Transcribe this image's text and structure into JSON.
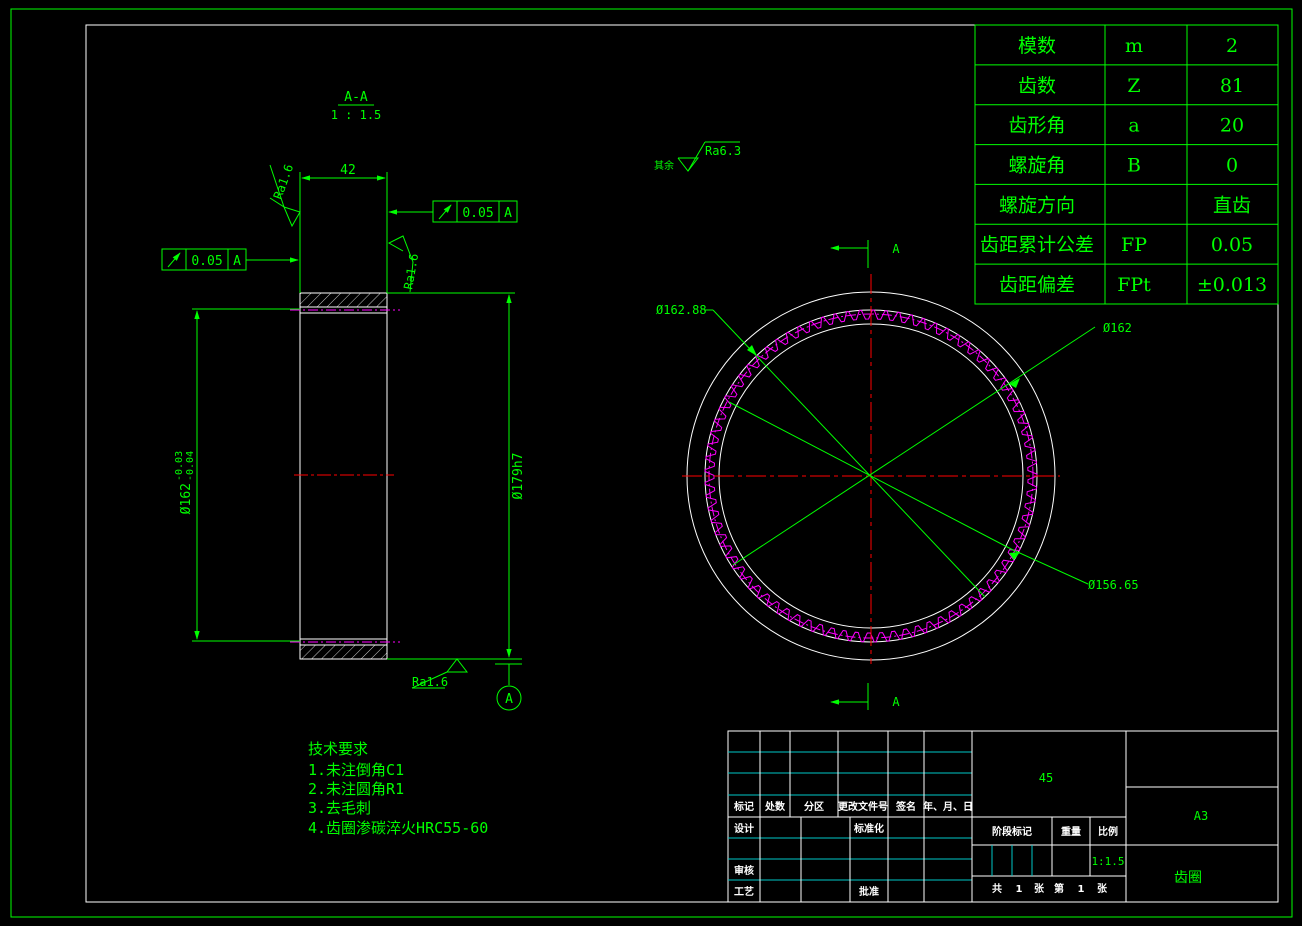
{
  "colors": {
    "background": "#000000",
    "frame": "#00ff00",
    "outline": "#ffffff",
    "centerline": "#ff0000",
    "teeth": "#ff00ff",
    "table_line": "#00c8c8",
    "hatch": "#c8c8c8"
  },
  "section_view": {
    "title": "A-A",
    "scale": "1 : 1.5",
    "width_dim": "42",
    "inner_dia": "Ø162",
    "inner_tol_upper": "-0.03",
    "inner_tol_lower": "-0.04",
    "outer_dia": "Ø179h7",
    "rough_top": "Ra1.6",
    "rough_right": "Ra1.6",
    "rough_bottom": "Ra1.6",
    "tol_left_value": "0.05",
    "tol_left_datum": "A",
    "tol_right_value": "0.05",
    "tol_right_datum": "A",
    "datum_label": "A"
  },
  "front_view": {
    "other_roughness_prefix": "其余",
    "other_roughness": "Ra6.3",
    "section_label_top": "A",
    "section_label_bottom": "A",
    "dim_outer_ring": "Ø162.88",
    "dim_tip": "Ø162",
    "dim_root": "Ø156.65",
    "teeth_count": 81
  },
  "params_table": [
    {
      "name": "模数",
      "symbol": "m",
      "value": "2"
    },
    {
      "name": "齿数",
      "symbol": "Z",
      "value": "81"
    },
    {
      "name": "齿形角",
      "symbol": "a",
      "value": "20"
    },
    {
      "name": "螺旋角",
      "symbol": "B",
      "value": "0"
    },
    {
      "name": "螺旋方向",
      "symbol": "",
      "value": "直齿"
    },
    {
      "name": "齿距累计公差",
      "symbol": "FP",
      "value": "0.05"
    },
    {
      "name": "齿距偏差",
      "symbol": "FPt",
      "value": "±0.013"
    }
  ],
  "tech_requirements": {
    "title": "技术要求",
    "items": [
      "1.未注倒角C1",
      "2.未注圆角R1",
      "3.去毛刺",
      "4.齿圈渗碳淬火HRC55-60"
    ]
  },
  "title_block": {
    "material": "45",
    "sheet_size": "A3",
    "part_name": "齿圈",
    "col_mark": "标记",
    "col_count": "处数",
    "col_zone": "分区",
    "col_change_doc": "更改文件号",
    "col_sign": "签名",
    "col_date": "年、月、日",
    "row_design": "设计",
    "row_standard": "标准化",
    "row_review": "审核",
    "row_process": "工艺",
    "row_approve": "批准",
    "stage_mark": "阶段标记",
    "weight": "重量",
    "ratio": "比例",
    "ratio_value": "1:1.5",
    "total_prefix": "共",
    "total_sheets": "1",
    "sheet_unit_1": "张",
    "sheet_prefix": "第",
    "sheet_no": "1",
    "sheet_unit_2": "张"
  }
}
